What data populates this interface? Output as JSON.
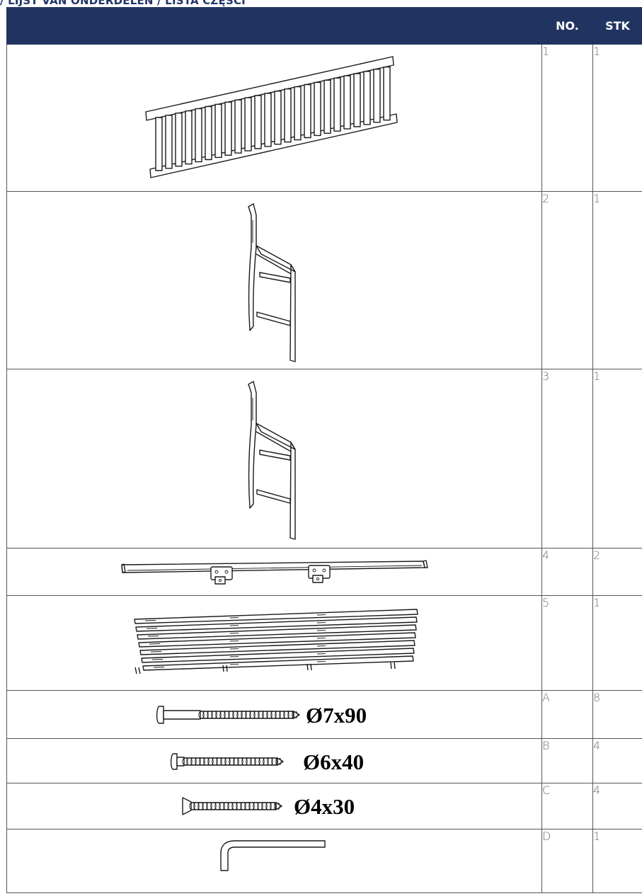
{
  "title": "/ LIJST VAN ONDERDELEN / LISTA CZĘŚCI",
  "headers": {
    "no": "NO.",
    "stk": "STK"
  },
  "parts": [
    {
      "no": "1",
      "stk": "1",
      "icon": "backrest-panel-icon"
    },
    {
      "no": "2",
      "stk": "1",
      "icon": "side-frame-icon"
    },
    {
      "no": "3",
      "stk": "1",
      "icon": "side-frame-icon"
    },
    {
      "no": "4",
      "stk": "2",
      "icon": "rail-with-brackets-icon"
    },
    {
      "no": "5",
      "stk": "1",
      "icon": "seat-slats-icon"
    },
    {
      "no": "A",
      "stk": "8",
      "icon": "bolt-icon",
      "size": "Ø7x90"
    },
    {
      "no": "B",
      "stk": "4",
      "icon": "bolt-icon",
      "size": "Ø6x40"
    },
    {
      "no": "C",
      "stk": "4",
      "icon": "countersunk-screw-icon",
      "size": "Ø4x30"
    },
    {
      "no": "D",
      "stk": "1",
      "icon": "allen-key-icon"
    }
  ]
}
